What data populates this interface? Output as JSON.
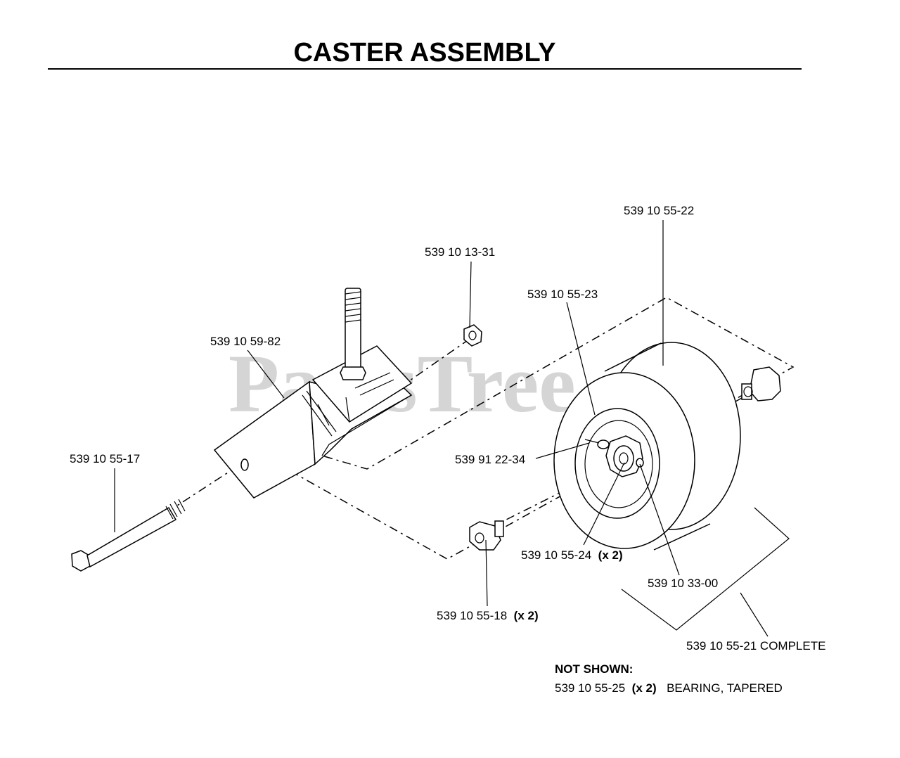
{
  "title": "CASTER ASSEMBLY",
  "watermark": "PartsTree",
  "callouts": {
    "p_1331": "539 10 13-31",
    "p_5522": "539 10 55-22",
    "p_5523": "539 10 55-23",
    "p_5982": "539 10 59-82",
    "p_5517": "539 10 55-17",
    "p_2234": "539 91 22-34",
    "p_5524": "539 10 55-24",
    "p_5524_qty": "(x 2)",
    "p_3300": "539 10 33-00",
    "p_5518": "539 10 55-18",
    "p_5518_qty": "(x 2)",
    "p_5521": "539 10 55-21 COMPLETE"
  },
  "not_shown": {
    "heading": "NOT SHOWN:",
    "part": "539 10 55-25",
    "qty": "(x 2)",
    "desc": "BEARING, TAPERED"
  }
}
